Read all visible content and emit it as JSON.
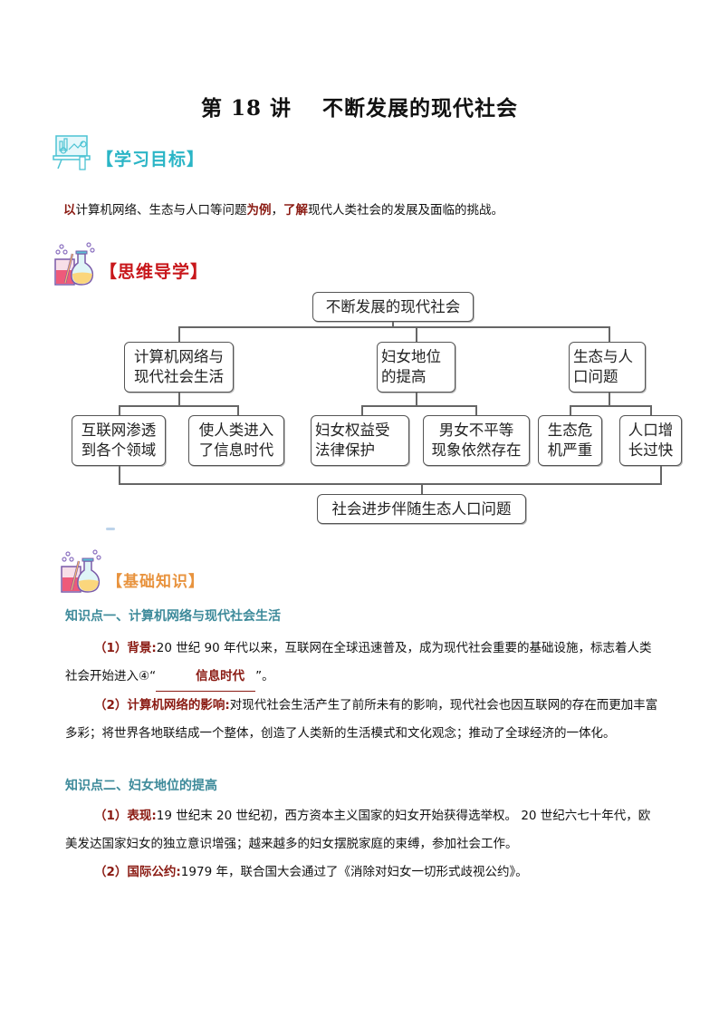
{
  "title": {
    "lesson": "第 18 讲",
    "topic": "不断发展的现代社会"
  },
  "sections": {
    "goals": {
      "heading": "【学习目标】",
      "icon": "presentation-board-icon",
      "text": {
        "kw1": "以",
        "part1": "计算机网络、生态与人口等问题",
        "kw2": "为例",
        "part2": "，",
        "kw3": "了解",
        "part3": "现代人类社会的发展及面临的挑战。"
      }
    },
    "mindmap": {
      "heading": "【思维导学】",
      "icon": "lab-flasks-icon",
      "root": "不断发展的现代社会",
      "branches": [
        {
          "label": "计算机网络与现代社会生活",
          "line1": "计算机网络与",
          "line2": "现代社会生活",
          "children": [
            {
              "line1": "互联网渗透",
              "line2": "到各个领域"
            },
            {
              "line1": "使人类进入",
              "line2": "了信息时代"
            }
          ]
        },
        {
          "label": "妇女地位的提高",
          "line1": "妇女地位",
          "line2": "的提高",
          "children": [
            {
              "line1": "妇女权益受",
              "line2": "法律保护"
            },
            {
              "line1": "男女不平等",
              "line2": "现象依然存在"
            }
          ]
        },
        {
          "label": "生态与人口问题",
          "line1": "生态与人",
          "line2": "口问题",
          "children": [
            {
              "line1": "生态危",
              "line2": "机严重"
            },
            {
              "line1": "人口增",
              "line2": "长过快"
            }
          ]
        }
      ],
      "conclusion": "社会进步伴随生态人口问题"
    },
    "basics": {
      "heading": "【基础知识】",
      "icon": "lab-flasks-icon",
      "points": [
        {
          "title": "知识点一、计算机网络与现代社会生活",
          "items": [
            {
              "label": "（1）背景:",
              "text": "20 世纪 90 年代以来，互联网在全球迅速普及，成为现代社会重要的基础设施，标志着人类社会开始进入④“",
              "blank": "信息时代",
              "after": "”。"
            },
            {
              "label": "（2）计算机网络的影响:",
              "text": "对现代社会生活产生了前所未有的影响，现代社会也因互联网的存在而更加丰富多彩；将世界各地联结成一个整体，创造了人类新的生活模式和文化观念；推动了全球经济的一体化。"
            }
          ]
        },
        {
          "title": "知识点二、妇女地位的提高",
          "items": [
            {
              "label": "（1）表现:",
              "text": "19 世纪末 20 世纪初，西方资本主义国家的妇女开始获得选举权。 20 世纪六七十年代，欧美发达国家妇女的独立意识增强；越来越多的妇女摆脱家庭的束缚，参加社会工作。"
            },
            {
              "label": "（2）国际公约:",
              "text": "1979 年，联合国大会通过了《消除对妇女一切形式歧视公约》。"
            }
          ]
        }
      ]
    }
  },
  "colors": {
    "goals_heading": "#2bb5c6",
    "mindmap_heading": "#c8171b",
    "basics_heading": "#e8933e",
    "keypoint_title": "#3d8a9a",
    "keyword": "#8a1a12"
  }
}
